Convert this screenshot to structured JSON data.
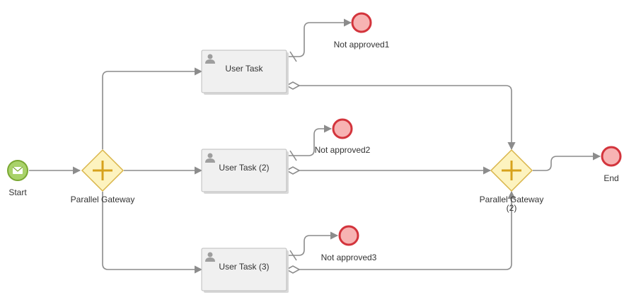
{
  "diagram": {
    "start": {
      "label": "Start",
      "icon": "envelope-icon"
    },
    "gateway_split": {
      "label": "Parallel Gateway"
    },
    "gateway_join": {
      "label_line1": "Parallel Gateway",
      "label_line2": "(2)"
    },
    "tasks": [
      {
        "label": "User Task",
        "icon": "user-icon"
      },
      {
        "label": "User Task (2)",
        "icon": "user-icon"
      },
      {
        "label": "User Task (3)",
        "icon": "user-icon"
      }
    ],
    "not_approved": [
      {
        "label": "Not approved1"
      },
      {
        "label": "Not approved2"
      },
      {
        "label": "Not approved3"
      }
    ],
    "end": {
      "label": "End"
    }
  },
  "colors": {
    "flow": "#8c8c8c",
    "task_fill": "#f0f0f0",
    "gateway_fill": "#fdf3bf",
    "gateway_accent": "#d7a21c",
    "end_fill": "#f7b3b3",
    "end_stroke": "#d3343c",
    "start_fill": "#a9d26a"
  }
}
